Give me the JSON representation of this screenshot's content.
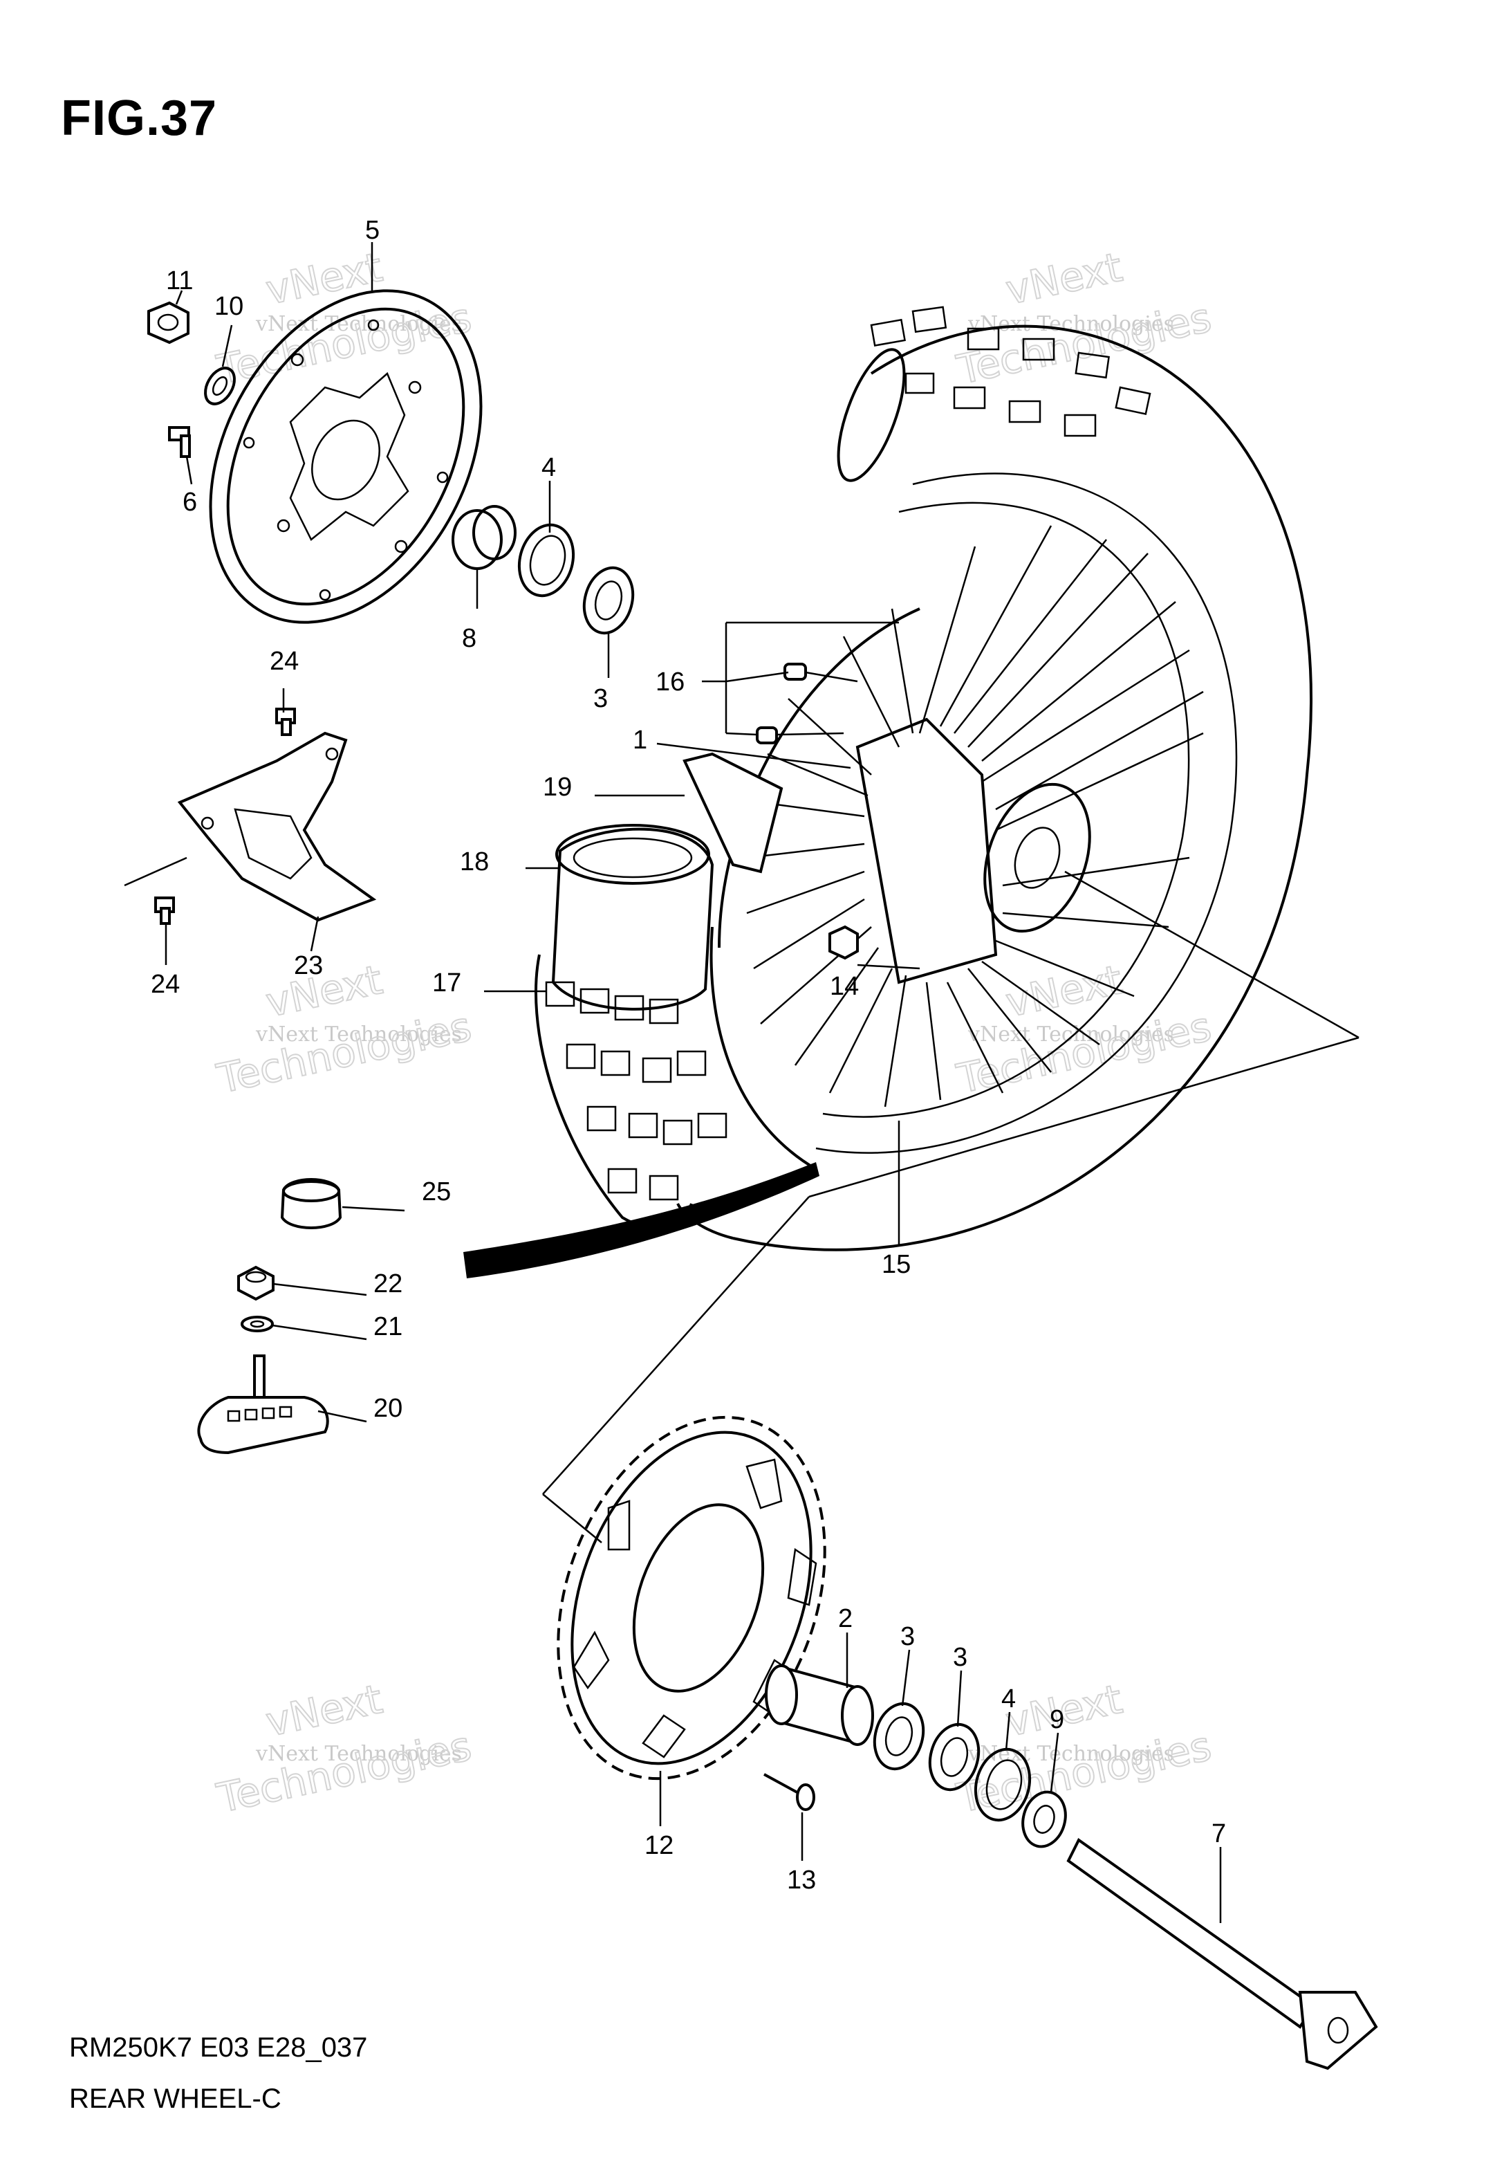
{
  "figure": {
    "title": "FIG.37"
  },
  "footer": {
    "model_code": "RM250K7 E03 E28_037",
    "section_name": "REAR WHEEL-C"
  },
  "watermark": {
    "line1": "vNext Technologies",
    "line2": "vNext",
    "line3": "Technologies"
  },
  "callouts": [
    {
      "id": "c5",
      "label": "5"
    },
    {
      "id": "c11",
      "label": "11"
    },
    {
      "id": "c10",
      "label": "10"
    },
    {
      "id": "c6",
      "label": "6"
    },
    {
      "id": "c4a",
      "label": "4"
    },
    {
      "id": "c8",
      "label": "8"
    },
    {
      "id": "c3a",
      "label": "3"
    },
    {
      "id": "c16",
      "label": "16"
    },
    {
      "id": "c1",
      "label": "1"
    },
    {
      "id": "c24a",
      "label": "24"
    },
    {
      "id": "c19",
      "label": "19"
    },
    {
      "id": "c18",
      "label": "18"
    },
    {
      "id": "c24b",
      "label": "24"
    },
    {
      "id": "c23",
      "label": "23"
    },
    {
      "id": "c17",
      "label": "17"
    },
    {
      "id": "c14",
      "label": "14"
    },
    {
      "id": "c25",
      "label": "25"
    },
    {
      "id": "c15",
      "label": "15"
    },
    {
      "id": "c22",
      "label": "22"
    },
    {
      "id": "c21",
      "label": "21"
    },
    {
      "id": "c20",
      "label": "20"
    },
    {
      "id": "c2",
      "label": "2"
    },
    {
      "id": "c3b",
      "label": "3"
    },
    {
      "id": "c3c",
      "label": "3"
    },
    {
      "id": "c4b",
      "label": "4"
    },
    {
      "id": "c9",
      "label": "9"
    },
    {
      "id": "c7",
      "label": "7"
    },
    {
      "id": "c12",
      "label": "12"
    },
    {
      "id": "c13",
      "label": "13"
    }
  ]
}
